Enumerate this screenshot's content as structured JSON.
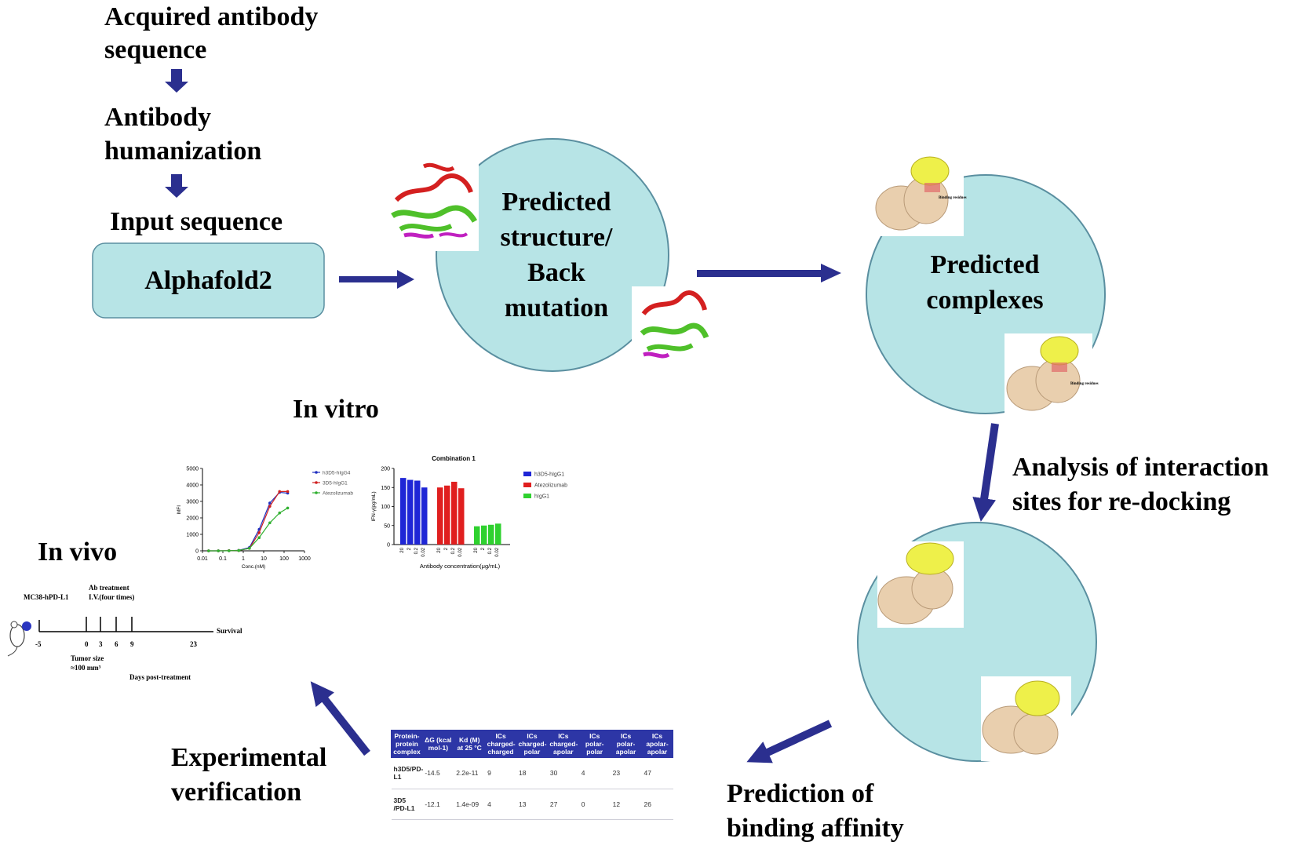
{
  "colors": {
    "arrow": "#2b2f8f",
    "circle_fill": "#b7e4e6",
    "box_fill": "#b7e4e6",
    "table_header": "#2d36a6",
    "bar_blue": "#1f26d6",
    "bar_red": "#e01f1f",
    "bar_green": "#2fd12f",
    "protein_tan": "#e9cfae",
    "protein_yellow": "#eef04a"
  },
  "workflow": {
    "acquired_line1": "Acquired antibody",
    "acquired_line2": "sequence",
    "humanization_line1": "Antibody",
    "humanization_line2": "humanization",
    "input_sequence": "Input sequence",
    "alphafold_box": "Alphafold2",
    "predicted_structure_line1": "Predicted",
    "predicted_structure_line2": "structure/",
    "predicted_structure_line3": "Back",
    "predicted_structure_line4": "mutation",
    "predicted_complexes_line1": "Predicted",
    "predicted_complexes_line2": "complexes",
    "analysis_line1": "Analysis of interaction",
    "analysis_line2": "sites for re-docking",
    "prediction_line1": "Prediction of",
    "prediction_line2": "binding affinity",
    "experimental_line1": "Experimental",
    "experimental_line2": "verification",
    "in_vitro": "In vitro",
    "in_vivo": "In vivo"
  },
  "structure_labels": {
    "binding_residues": "Binding residues"
  },
  "in_vivo_timeline": {
    "model": "MC38-hPD-L1",
    "treatment_line1": "Ab treatment",
    "treatment_line2": "I.V.(four times)",
    "tumor_line1": "Tumor size",
    "tumor_line2": "≈100 mm³",
    "days_label": "Days post-treatment",
    "survival": "Survival",
    "ticks": [
      "-5",
      "0",
      "3",
      "6",
      "9",
      "23"
    ]
  },
  "affinity_table": {
    "headers": [
      "Protein-protein complex",
      "ΔG (kcal mol-1)",
      "Kd (M) at 25 °C",
      "ICs charged-charged",
      "ICs charged-polar",
      "ICs charged-apolar",
      "ICs polar-polar",
      "ICs polar-apolar",
      "ICs apolar-apolar"
    ],
    "rows": [
      [
        "h3D5/PD-L1",
        "-14.5",
        "2.2e-11",
        "9",
        "18",
        "30",
        "4",
        "23",
        "47"
      ],
      [
        "3D5 /PD-L1",
        "-12.1",
        "1.4e-09",
        "4",
        "13",
        "27",
        "0",
        "12",
        "26"
      ]
    ]
  },
  "chart_data": [
    {
      "type": "line",
      "title": "",
      "xlabel": "Conc.(nM)",
      "ylabel": "MFI",
      "xscale": "log",
      "xlim": [
        0.01,
        1000
      ],
      "ylim": [
        0,
        5000
      ],
      "x_ticks": [
        "0.01",
        "0.1",
        "1",
        "10",
        "100",
        "1000"
      ],
      "y_ticks": [
        "0",
        "1000",
        "2000",
        "3000",
        "4000",
        "5000"
      ],
      "x": [
        0.02,
        0.06,
        0.2,
        0.6,
        2,
        6,
        20,
        60,
        150
      ],
      "series": [
        {
          "name": "h3D5-hIgG4",
          "color": "#2030c0",
          "values": [
            0,
            0,
            10,
            30,
            200,
            1300,
            2900,
            3550,
            3500
          ]
        },
        {
          "name": "3D5-hIgG1",
          "color": "#d02020",
          "values": [
            0,
            0,
            10,
            20,
            150,
            1100,
            2700,
            3600,
            3600
          ]
        },
        {
          "name": "Atezolizumab",
          "color": "#30b030",
          "values": [
            0,
            0,
            5,
            20,
            150,
            800,
            1700,
            2300,
            2600
          ]
        }
      ],
      "legend": "top-right",
      "grid": false
    },
    {
      "type": "bar",
      "title": "Combination 1",
      "xlabel": "Antibody concentration(μg/mL)",
      "ylabel": "IFN-γ(pg/mL)",
      "ylim": [
        0,
        200
      ],
      "y_ticks": [
        "0",
        "50",
        "100",
        "150",
        "200"
      ],
      "categories": [
        "20",
        "2",
        "0.2",
        "0.02"
      ],
      "series": [
        {
          "name": "h3D5-hIgG1",
          "color": "#1f26d6",
          "values": [
            175,
            170,
            168,
            150
          ]
        },
        {
          "name": "Atezolizumab",
          "color": "#e01f1f",
          "values": [
            150,
            155,
            165,
            148
          ]
        },
        {
          "name": "hIgG1",
          "color": "#2fd12f",
          "values": [
            48,
            50,
            52,
            55
          ]
        }
      ],
      "legend": "right",
      "grid": false
    }
  ]
}
